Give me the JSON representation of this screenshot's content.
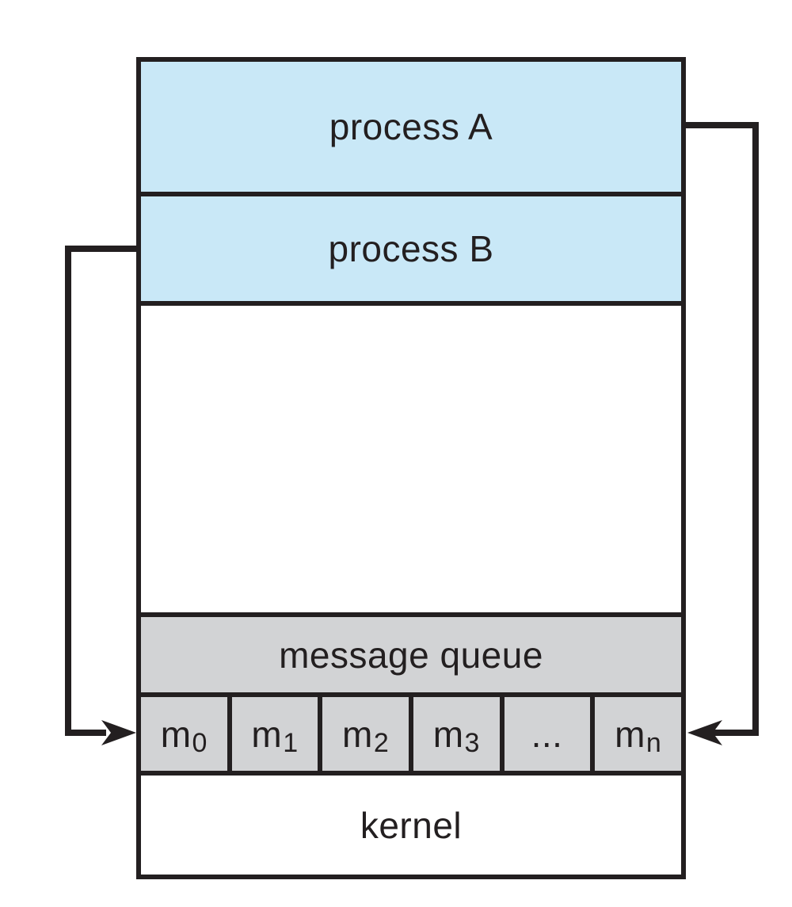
{
  "diagram": {
    "process_a_label": "process A",
    "process_b_label": "process B",
    "message_queue_label": "message queue",
    "kernel_label": "kernel",
    "queue_cells": [
      {
        "base": "m",
        "sub": "0"
      },
      {
        "base": "m",
        "sub": "1"
      },
      {
        "base": "m",
        "sub": "2"
      },
      {
        "base": "m",
        "sub": "3"
      },
      {
        "base": "...",
        "sub": ""
      },
      {
        "base": "m",
        "sub": "n"
      }
    ],
    "arrows": [
      {
        "name": "process-a-send-arrow",
        "from": "process A",
        "to": "m_n",
        "side": "right"
      },
      {
        "name": "process-b-receive-arrow",
        "from": "process B",
        "to": "m_0",
        "side": "left"
      }
    ],
    "colors": {
      "process_fill": "#c9e8f7",
      "queue_fill": "#d2d3d5",
      "line": "#231f20",
      "background": "#ffffff"
    }
  }
}
